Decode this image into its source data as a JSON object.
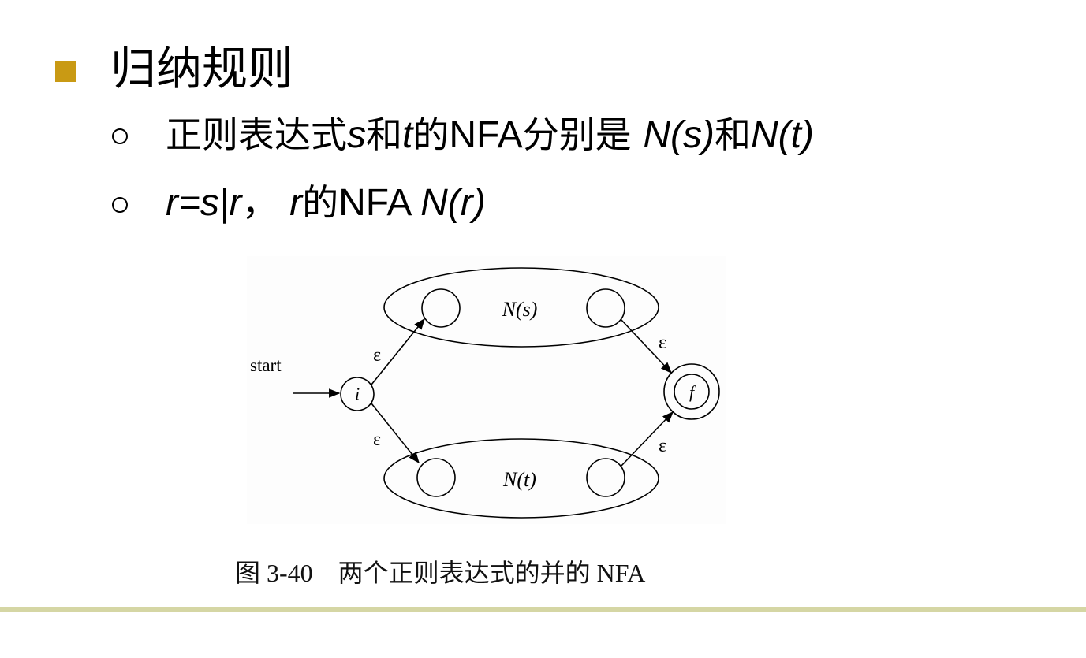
{
  "theme": {
    "accent": "#c99a14",
    "rule_color": "#d5d6a4"
  },
  "heading": {
    "text": "归纳规则",
    "bullet_icon": "square-bullet-icon"
  },
  "sub1": {
    "bullet_icon": "hollow-circle-bullet-icon",
    "p1": "正则表达式",
    "s": "s",
    "p2": "和",
    "t": "t",
    "p3": "的",
    "p4": "NFA",
    "p5": "分别是 ",
    "ns": "N(s)",
    "p6": "和",
    "nt": "N(t)"
  },
  "sub2": {
    "bullet_icon": "hollow-circle-bullet-icon",
    "eq": "r=s|r",
    "comma": "， ",
    "r": "r",
    "p1": "的",
    "p2": "NFA ",
    "nr": "N(r)"
  },
  "diagram": {
    "start_label": "start",
    "initial_state": "i",
    "final_state": "f",
    "upper_box": "N(s)",
    "lower_box": "N(t)",
    "epsilon_labels": [
      "ε",
      "ε",
      "ε",
      "ε"
    ]
  },
  "caption": {
    "number": "图 3-40",
    "text": "两个正则表达式的并的 NFA"
  }
}
